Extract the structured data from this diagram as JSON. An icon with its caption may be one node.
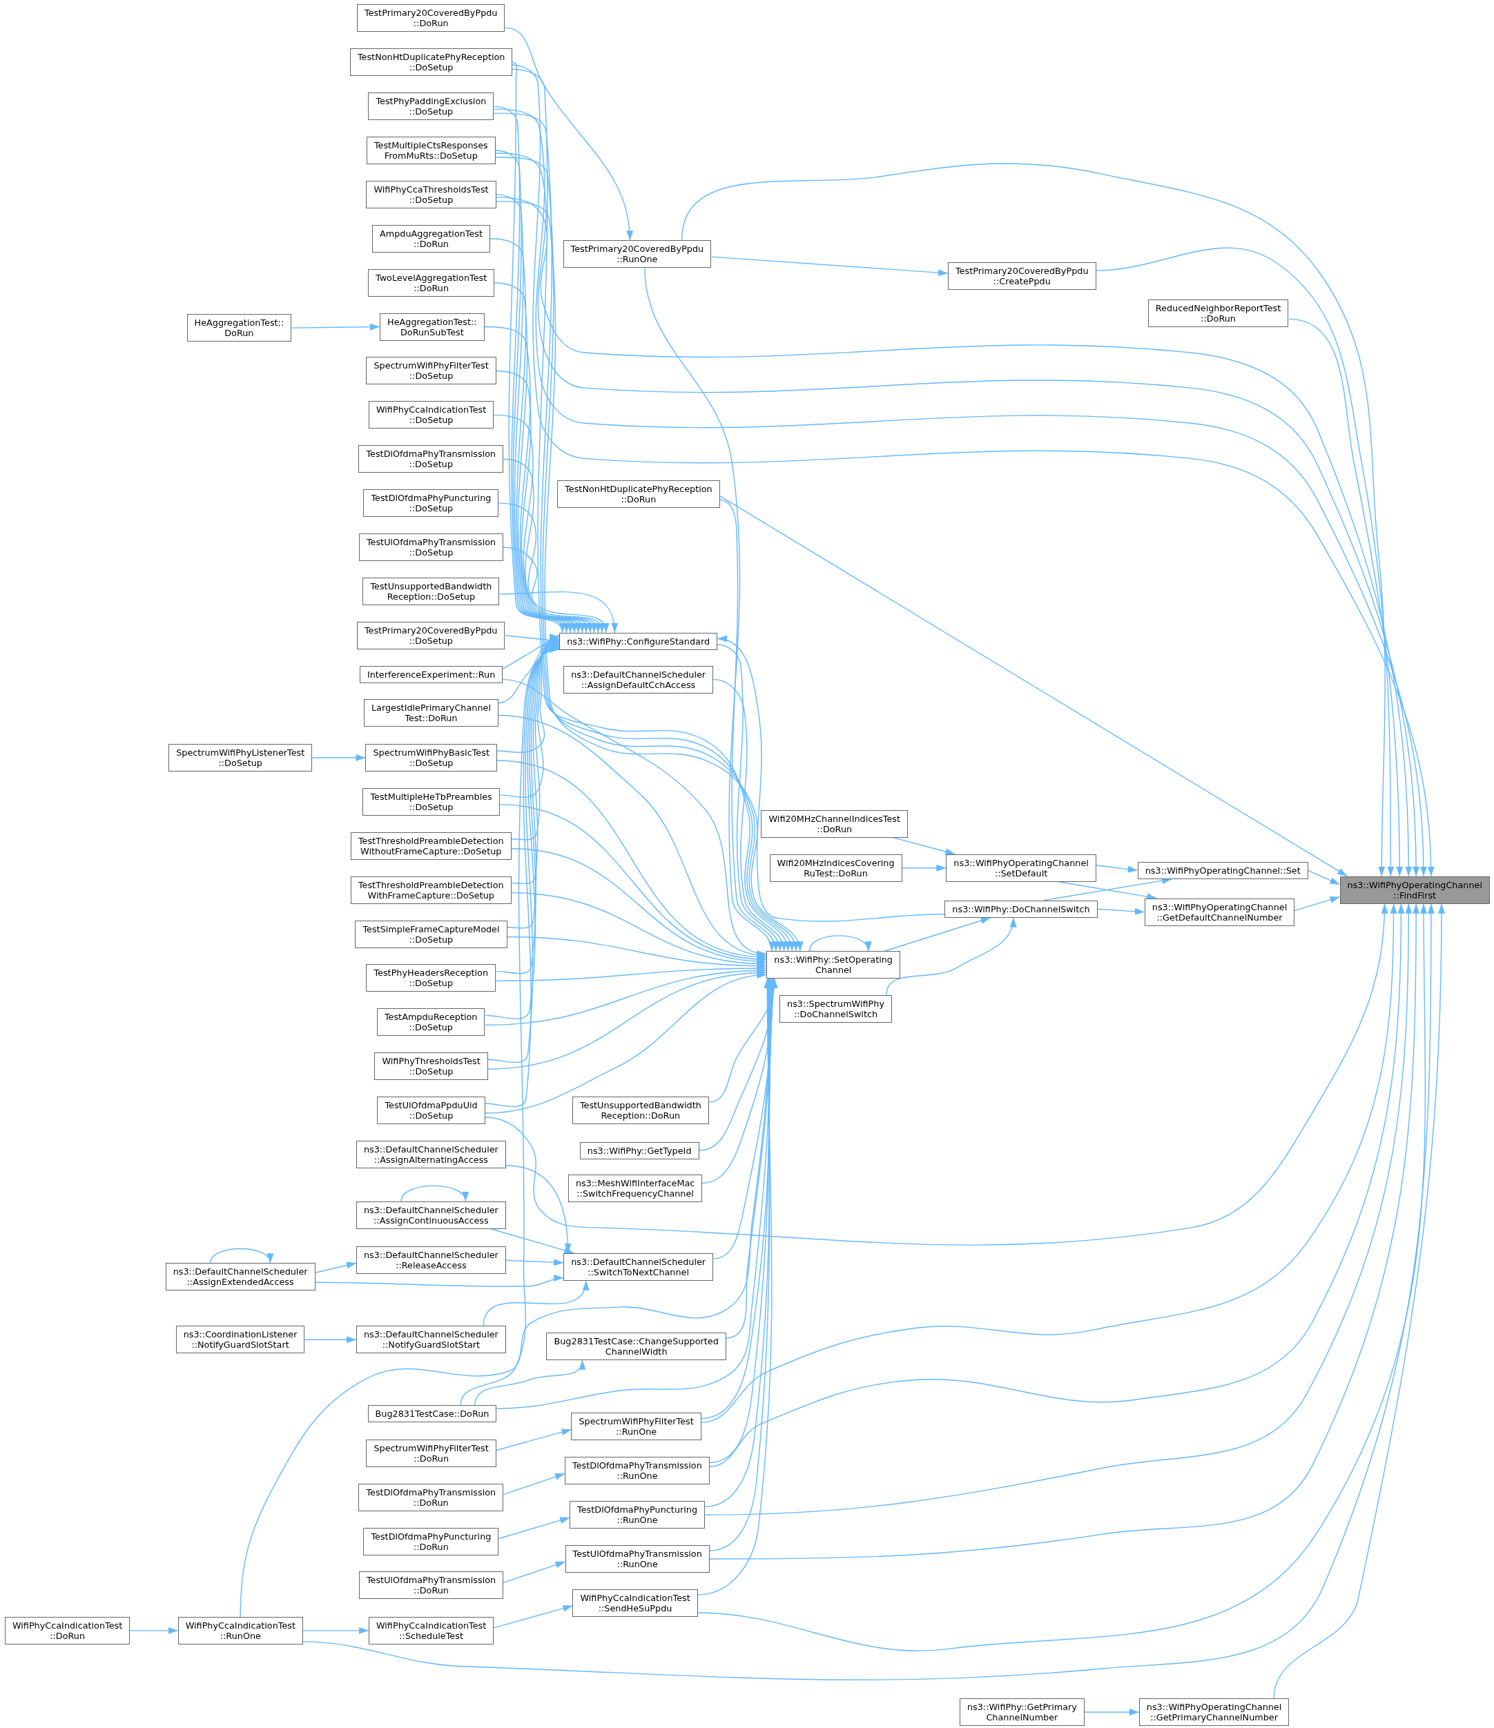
{
  "diagram": {
    "nodes": [
      {
        "text": [
          "WifiPhyCcaIndicationTest ::DoRun"
        ]
      },
      {
        "text": [
          "HeAggregationTest:: DoRun"
        ]
      },
      {
        "text": [
          "SpectrumWifiPhyListenerTest ::DoSetup"
        ]
      },
      {
        "text": [
          "ns3::DefaultChannelScheduler ::AssignExtendedAccess"
        ]
      },
      {
        "text": [
          "ns3::CoordinationListener ::NotifyGuardSlotStart"
        ]
      },
      {
        "text": [
          "WifiPhyCcaIndicationTest ::RunOne"
        ]
      },
      {
        "text": [
          "TestPrimary20CoveredByPpdu ::DoRun"
        ]
      },
      {
        "text": [
          "TestNonHtDuplicatePhyReception ::DoSetup"
        ]
      },
      {
        "text": [
          "TestPhyPaddingExclusion ::DoSetup"
        ]
      },
      {
        "text": [
          "TestMultipleCtsResponses FromMuRts::DoSetup"
        ]
      },
      {
        "text": [
          "WifiPhyCcaThresholdsTest ::DoSetup"
        ]
      },
      {
        "text": [
          "AmpduAggregationTest ::DoRun"
        ]
      },
      {
        "text": [
          "TwoLevelAggregationTest ::DoRun"
        ]
      },
      {
        "text": [
          "HeAggregationTest:: DoRunSubTest"
        ]
      },
      {
        "text": [
          "SpectrumWifiPhyFilterTest ::DoSetup"
        ]
      },
      {
        "text": [
          "WifiPhyCcaIndicationTest ::DoSetup"
        ]
      },
      {
        "text": [
          "TestDlOfdmaPhyTransmission ::DoSetup"
        ]
      },
      {
        "text": [
          "TestDlOfdmaPhyPuncturing ::DoSetup"
        ]
      },
      {
        "text": [
          "TestUlOfdmaPhyTransmission ::DoSetup"
        ]
      },
      {
        "text": [
          "TestUnsupportedBandwidth Reception::DoSetup"
        ]
      },
      {
        "text": [
          "TestPrimary20CoveredByPpdu ::DoSetup"
        ]
      },
      {
        "text": [
          "InterferenceExperiment::Run"
        ]
      },
      {
        "text": [
          "LargestIdlePrimaryChannel Test::DoRun"
        ]
      },
      {
        "text": [
          "SpectrumWifiPhyBasicTest ::DoSetup"
        ]
      },
      {
        "text": [
          "TestMultipleHeTbPreambles ::DoSetup"
        ]
      },
      {
        "text": [
          "TestThresholdPreambleDetection WithoutFrameCapture::DoSetup"
        ]
      },
      {
        "text": [
          "TestThresholdPreambleDetection WithFrameCapture::DoSetup"
        ]
      },
      {
        "text": [
          "TestSimpleFrameCaptureModel ::DoSetup"
        ]
      },
      {
        "text": [
          "TestPhyHeadersReception ::DoSetup"
        ]
      },
      {
        "text": [
          "TestAmpduReception ::DoSetup"
        ]
      },
      {
        "text": [
          "WifiPhyThresholdsTest ::DoSetup"
        ]
      },
      {
        "text": [
          "TestUlOfdmaPpduUid ::DoSetup"
        ]
      },
      {
        "text": [
          "ns3::DefaultChannelScheduler ::AssignAlternatingAccess"
        ]
      },
      {
        "text": [
          "ns3::DefaultChannelScheduler ::AssignContinuousAccess"
        ]
      },
      {
        "text": [
          "ns3::DefaultChannelScheduler ::ReleaseAccess"
        ]
      },
      {
        "text": [
          "ns3::DefaultChannelScheduler ::NotifyGuardSlotStart"
        ]
      },
      {
        "text": [
          "Bug2831TestCase::DoRun"
        ]
      },
      {
        "text": [
          "SpectrumWifiPhyFilterTest ::DoRun"
        ]
      },
      {
        "text": [
          "TestDlOfdmaPhyTransmission ::DoRun"
        ]
      },
      {
        "text": [
          "TestDlOfdmaPhyPuncturing ::DoRun"
        ]
      },
      {
        "text": [
          "TestUlOfdmaPhyTransmission ::DoRun"
        ]
      },
      {
        "text": [
          "WifiPhyCcaIndicationTest ::ScheduleTest"
        ]
      },
      {
        "text": [
          "TestPrimary20CoveredByPpdu ::RunOne"
        ]
      },
      {
        "text": [
          "TestNonHtDuplicatePhyReception ::DoRun"
        ]
      },
      {
        "text": [
          "ns3::WifiPhy::ConfigureStandard"
        ]
      },
      {
        "text": [
          "ns3::DefaultChannelScheduler ::AssignDefaultCchAccess"
        ]
      },
      {
        "text": [
          "TestUnsupportedBandwidth Reception::DoRun"
        ]
      },
      {
        "text": [
          "ns3::WifiPhy::GetTypeId"
        ]
      },
      {
        "text": [
          "ns3::MeshWifiInterfaceMac ::SwitchFrequencyChannel"
        ]
      },
      {
        "text": [
          "ns3::DefaultChannelScheduler ::SwitchToNextChannel"
        ]
      },
      {
        "text": [
          "Bug2831TestCase::ChangeSupported ChannelWidth"
        ]
      },
      {
        "text": [
          "SpectrumWifiPhyFilterTest ::RunOne"
        ]
      },
      {
        "text": [
          "TestDlOfdmaPhyTransmission ::RunOne"
        ]
      },
      {
        "text": [
          "TestDlOfdmaPhyPuncturing ::RunOne"
        ]
      },
      {
        "text": [
          "TestUlOfdmaPhyTransmission ::RunOne"
        ]
      },
      {
        "text": [
          "WifiPhyCcaIndicationTest ::SendHeSuPpdu"
        ]
      },
      {
        "text": [
          "Wifi20MHzChannelIndicesTest ::DoRun"
        ]
      },
      {
        "text": [
          "Wifi20MHzIndicesCovering RuTest::DoRun"
        ]
      },
      {
        "text": [
          "ns3::WifiPhy::SetOperating Channel"
        ]
      },
      {
        "text": [
          "ns3::SpectrumWifiPhy ::DoChannelSwitch"
        ]
      },
      {
        "text": [
          "TestPrimary20CoveredByPpdu ::CreatePpdu"
        ]
      },
      {
        "text": [
          "ns3::WifiPhyOperatingChannel ::SetDefault"
        ]
      },
      {
        "text": [
          "ns3::WifiPhy::DoChannelSwitch"
        ]
      },
      {
        "text": [
          "ns3::WifiPhy::GetPrimary ChannelNumber"
        ]
      },
      {
        "text": [
          "ReducedNeighborReportTest ::DoRun"
        ]
      },
      {
        "text": [
          "ns3::WifiPhyOperatingChannel::Set"
        ]
      },
      {
        "text": [
          "ns3::WifiPhyOperatingChannel ::GetDefaultChannelNumber"
        ]
      },
      {
        "text": [
          "ns3::WifiPhyOperatingChannel ::GetPrimaryChannelNumber"
        ]
      },
      {
        "text": [
          "ns3::WifiPhyOperatingChannel ::FindFirst"
        ]
      }
    ],
    "edges": [
      {
        "from": 6,
        "to": 42,
        "arrow": "to"
      },
      {
        "from": 42,
        "to": 60,
        "arrow": "to"
      },
      {
        "from": 42,
        "to": 68,
        "arrow": "to"
      },
      {
        "from": 42,
        "to": 58,
        "arrow": "to"
      },
      {
        "from": 60,
        "to": 68,
        "arrow": "to"
      },
      {
        "from": 64,
        "to": 68,
        "arrow": "to"
      },
      {
        "from": 7,
        "to": 44,
        "arrow": "to"
      },
      {
        "from": 7,
        "to": 58,
        "arrow": "to"
      },
      {
        "from": 7,
        "to": 68,
        "arrow": "to"
      },
      {
        "from": 8,
        "to": 44,
        "arrow": "to"
      },
      {
        "from": 8,
        "to": 58,
        "arrow": "to"
      },
      {
        "from": 8,
        "to": 68,
        "arrow": "to"
      },
      {
        "from": 9,
        "to": 44,
        "arrow": "to"
      },
      {
        "from": 9,
        "to": 58,
        "arrow": "to"
      },
      {
        "from": 9,
        "to": 68,
        "arrow": "to"
      },
      {
        "from": 10,
        "to": 44,
        "arrow": "to"
      },
      {
        "from": 10,
        "to": 58,
        "arrow": "to"
      },
      {
        "from": 10,
        "to": 68,
        "arrow": "to"
      },
      {
        "from": 11,
        "to": 44,
        "arrow": "to"
      },
      {
        "from": 12,
        "to": 44,
        "arrow": "to"
      },
      {
        "from": 1,
        "to": 13,
        "arrow": "to"
      },
      {
        "from": 13,
        "to": 44,
        "arrow": "to"
      },
      {
        "from": 14,
        "to": 44,
        "arrow": "to"
      },
      {
        "from": 15,
        "to": 44,
        "arrow": "to"
      },
      {
        "from": 16,
        "to": 44,
        "arrow": "to"
      },
      {
        "from": 17,
        "to": 44,
        "arrow": "to"
      },
      {
        "from": 18,
        "to": 44,
        "arrow": "to"
      },
      {
        "from": 19,
        "to": 44,
        "arrow": "to"
      },
      {
        "from": 20,
        "to": 44,
        "arrow": "to"
      },
      {
        "from": 21,
        "to": 44,
        "arrow": "to"
      },
      {
        "from": 21,
        "to": 58,
        "arrow": "to"
      },
      {
        "from": 22,
        "to": 44,
        "arrow": "to"
      },
      {
        "from": 22,
        "to": 58,
        "arrow": "to"
      },
      {
        "from": 2,
        "to": 23,
        "arrow": "to"
      },
      {
        "from": 23,
        "to": 44,
        "arrow": "to"
      },
      {
        "from": 23,
        "to": 58,
        "arrow": "to"
      },
      {
        "from": 24,
        "to": 44,
        "arrow": "to"
      },
      {
        "from": 24,
        "to": 58,
        "arrow": "to"
      },
      {
        "from": 25,
        "to": 44,
        "arrow": "to"
      },
      {
        "from": 25,
        "to": 58,
        "arrow": "to"
      },
      {
        "from": 26,
        "to": 44,
        "arrow": "to"
      },
      {
        "from": 26,
        "to": 58,
        "arrow": "to"
      },
      {
        "from": 27,
        "to": 44,
        "arrow": "to"
      },
      {
        "from": 27,
        "to": 58,
        "arrow": "to"
      },
      {
        "from": 28,
        "to": 44,
        "arrow": "to"
      },
      {
        "from": 28,
        "to": 58,
        "arrow": "to"
      },
      {
        "from": 29,
        "to": 44,
        "arrow": "to"
      },
      {
        "from": 29,
        "to": 58,
        "arrow": "to"
      },
      {
        "from": 30,
        "to": 44,
        "arrow": "to"
      },
      {
        "from": 30,
        "to": 58,
        "arrow": "to"
      },
      {
        "from": 31,
        "to": 44,
        "arrow": "to"
      },
      {
        "from": 31,
        "to": 58,
        "arrow": "to"
      },
      {
        "from": 31,
        "to": 68,
        "arrow": "to"
      },
      {
        "from": 43,
        "to": 58,
        "arrow": "to"
      },
      {
        "from": 43,
        "to": 68,
        "arrow": "to"
      },
      {
        "from": 44,
        "to": 58,
        "arrow": "to"
      },
      {
        "from": 45,
        "to": 58,
        "arrow": "to"
      },
      {
        "from": 46,
        "to": 58,
        "arrow": "to"
      },
      {
        "from": 47,
        "to": 58,
        "arrow": "to"
      },
      {
        "from": 48,
        "to": 58,
        "arrow": "to"
      },
      {
        "from": 49,
        "to": 58,
        "arrow": "to"
      },
      {
        "from": 32,
        "to": 49,
        "arrow": "to"
      },
      {
        "from": 33,
        "to": 33,
        "arrow": "to"
      },
      {
        "from": 33,
        "to": 49,
        "arrow": "to"
      },
      {
        "from": 34,
        "to": 49,
        "arrow": "to"
      },
      {
        "from": 3,
        "to": 3,
        "arrow": "to"
      },
      {
        "from": 3,
        "to": 34,
        "arrow": "to"
      },
      {
        "from": 3,
        "to": 49,
        "arrow": "to"
      },
      {
        "from": 4,
        "to": 35,
        "arrow": "to"
      },
      {
        "from": 35,
        "to": 49,
        "arrow": "to"
      },
      {
        "from": 50,
        "to": 58,
        "arrow": "to"
      },
      {
        "from": 36,
        "to": 50,
        "arrow": "to"
      },
      {
        "from": 36,
        "to": 58,
        "arrow": "to"
      },
      {
        "from": 36,
        "to": 44,
        "arrow": "to"
      },
      {
        "from": 37,
        "to": 51,
        "arrow": "to"
      },
      {
        "from": 51,
        "to": 58,
        "arrow": "to"
      },
      {
        "from": 51,
        "to": 68,
        "arrow": "to"
      },
      {
        "from": 38,
        "to": 52,
        "arrow": "to"
      },
      {
        "from": 52,
        "to": 58,
        "arrow": "to"
      },
      {
        "from": 52,
        "to": 68,
        "arrow": "to"
      },
      {
        "from": 39,
        "to": 53,
        "arrow": "to"
      },
      {
        "from": 53,
        "to": 58,
        "arrow": "to"
      },
      {
        "from": 53,
        "to": 68,
        "arrow": "to"
      },
      {
        "from": 40,
        "to": 54,
        "arrow": "to"
      },
      {
        "from": 54,
        "to": 58,
        "arrow": "to"
      },
      {
        "from": 54,
        "to": 68,
        "arrow": "to"
      },
      {
        "from": 0,
        "to": 5,
        "arrow": "to"
      },
      {
        "from": 5,
        "to": 41,
        "arrow": "to"
      },
      {
        "from": 5,
        "to": 58,
        "arrow": "to"
      },
      {
        "from": 5,
        "to": 68,
        "arrow": "to"
      },
      {
        "from": 41,
        "to": 55,
        "arrow": "to"
      },
      {
        "from": 55,
        "to": 58,
        "arrow": "to"
      },
      {
        "from": 55,
        "to": 68,
        "arrow": "to"
      },
      {
        "from": 58,
        "to": 58,
        "arrow": "to"
      },
      {
        "from": 58,
        "to": 62,
        "arrow": "to"
      },
      {
        "from": 59,
        "to": 62,
        "arrow": "to"
      },
      {
        "from": 62,
        "to": 44,
        "arrow": "to"
      },
      {
        "from": 62,
        "to": 65,
        "arrow": "to"
      },
      {
        "from": 62,
        "to": 66,
        "arrow": "to"
      },
      {
        "from": 56,
        "to": 61,
        "arrow": "to"
      },
      {
        "from": 57,
        "to": 61,
        "arrow": "to"
      },
      {
        "from": 61,
        "to": 65,
        "arrow": "to"
      },
      {
        "from": 61,
        "to": 66,
        "arrow": "to"
      },
      {
        "from": 65,
        "to": 68,
        "arrow": "to"
      },
      {
        "from": 66,
        "to": 68,
        "arrow": "to"
      },
      {
        "from": 63,
        "to": 67,
        "arrow": "to"
      },
      {
        "from": 67,
        "to": 68,
        "arrow": "to"
      }
    ]
  }
}
